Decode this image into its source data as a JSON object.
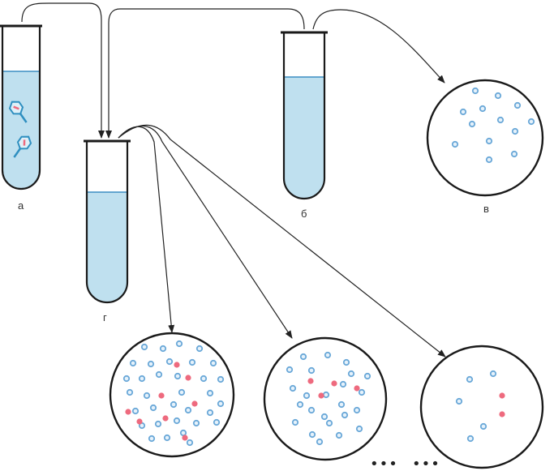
{
  "labels": {
    "tube_a": "а",
    "tube_b": "б",
    "dish_v": "в",
    "tube_g": "г"
  },
  "ellipsis": [
    "•••",
    "•••"
  ],
  "colors": {
    "liquid": "#bfe0ef",
    "outline": "#1a1a1a",
    "blue_colony": "#6aa8d8",
    "red_colony": "#ee6a7e",
    "phage": "#2f8fc0"
  },
  "dishes": {
    "v": {
      "blue": 13,
      "red": 0
    },
    "g1": {
      "blue": 34,
      "red": 8
    },
    "g2": {
      "blue": 24,
      "red": 4
    },
    "g3": {
      "blue": 5,
      "red": 2
    }
  }
}
